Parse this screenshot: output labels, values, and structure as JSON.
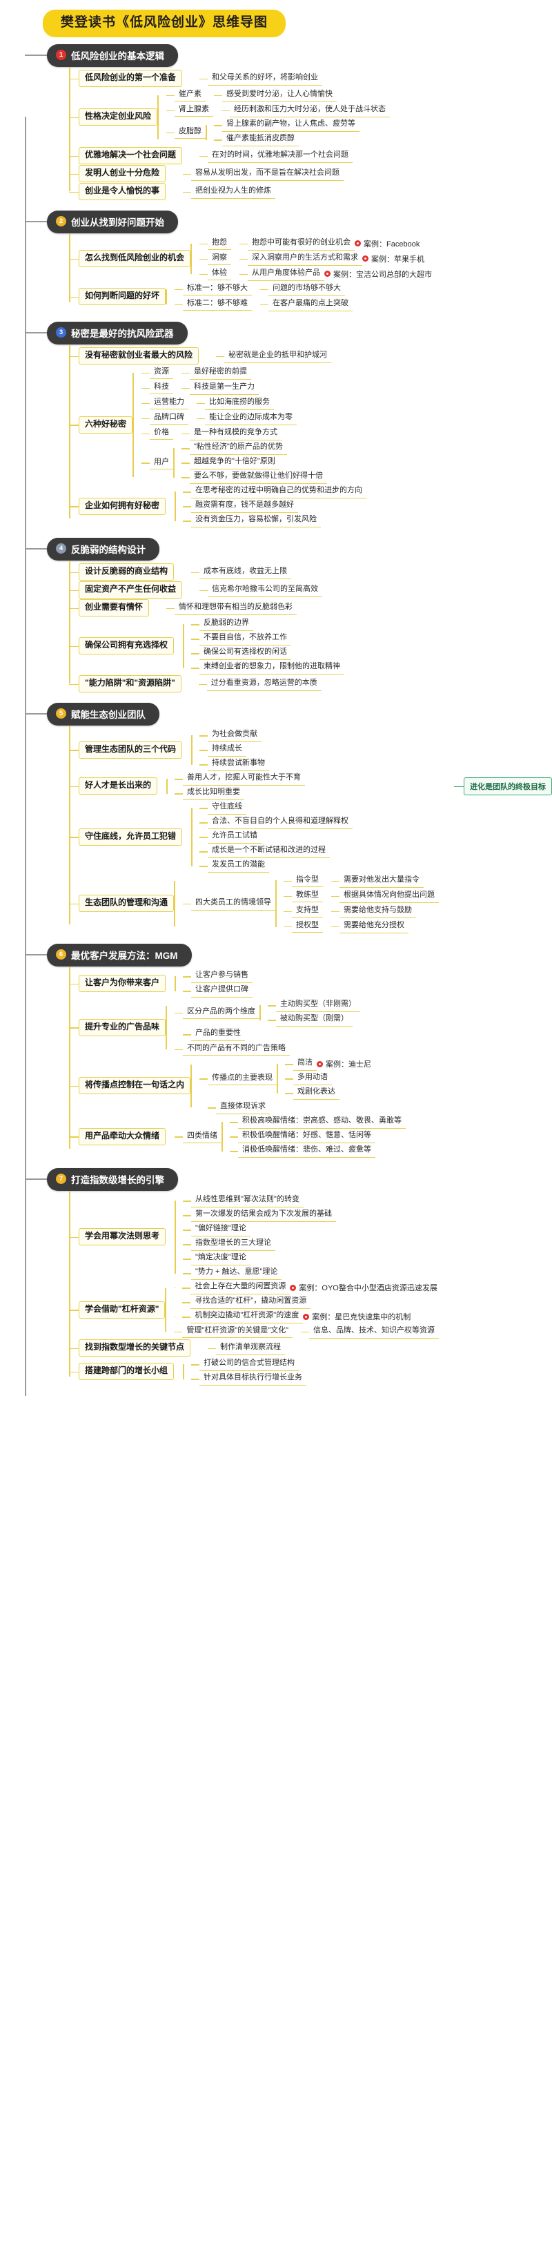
{
  "title": "樊登读书《低风险创业》思维导图",
  "theme": {
    "title_bg": "#f7d117",
    "branch_color": "#e8ce4e",
    "section_bg": "#3b3b3b",
    "case_marker": "#e0322e",
    "green_accent": "#3aa76d"
  },
  "case_label": "案例：",
  "sections": [
    {
      "num": "1",
      "badge_color": "#e0322e",
      "title": "低风险创业的基本逻辑",
      "branches": [
        {
          "label": "低风险创业的第一个准备",
          "items": [
            {
              "key": "",
              "leaves": [
                "和父母关系的好坏，将影响创业"
              ]
            }
          ]
        },
        {
          "label": "性格决定创业风险",
          "items": [
            {
              "key": "催产素",
              "leaves": [
                "感受到爱时分泌，让人心情愉快"
              ]
            },
            {
              "key": "肾上腺素",
              "leaves": [
                "经历刺激和压力大时分泌，使人处于战斗状态"
              ]
            },
            {
              "key": "皮脂醇",
              "leaves": [
                "肾上腺素的副产物，让人焦虑、疲劳等",
                "催产素能抵消皮质醇"
              ]
            }
          ]
        },
        {
          "label": "优雅地解决一个社会问题",
          "items": [
            {
              "key": "",
              "leaves": [
                "在对的时间，优雅地解决那一个社会问题"
              ]
            }
          ]
        },
        {
          "label": "发明人创业十分危险",
          "items": [
            {
              "key": "",
              "leaves": [
                "容易从发明出发，而不是旨在解决社会问题"
              ]
            }
          ]
        },
        {
          "label": "创业是令人愉悦的事",
          "items": [
            {
              "key": "",
              "leaves": [
                "把创业视为人生的修炼"
              ]
            }
          ]
        }
      ]
    },
    {
      "num": "2",
      "badge_color": "#f0b429",
      "title": "创业从找到好问题开始",
      "branches": [
        {
          "label": "怎么找到低风险创业的机会",
          "items": [
            {
              "key": "抱怨",
              "leaves": [
                "抱怨中可能有很好的创业机会"
              ],
              "case": "Facebook"
            },
            {
              "key": "洞察",
              "leaves": [
                "深入洞察用户的生活方式和需求"
              ],
              "case": "苹果手机"
            },
            {
              "key": "体验",
              "leaves": [
                "从用户角度体验产品"
              ],
              "case": "宝洁公司总部的大超市"
            }
          ]
        },
        {
          "label": "如何判断问题的好坏",
          "items": [
            {
              "key": "标准一：够不够大",
              "leaves": [
                "问题的市场够不够大"
              ]
            },
            {
              "key": "标准二：够不够难",
              "leaves": [
                "在客户最痛的点上突破"
              ]
            }
          ]
        }
      ]
    },
    {
      "num": "3",
      "badge_color": "#3e6fd6",
      "title": "秘密是最好的抗风险武器",
      "branches": [
        {
          "label": "没有秘密就创业者最大的风险",
          "items": [
            {
              "key": "",
              "leaves": [
                "秘密就是企业的抵甲和护城河"
              ]
            }
          ]
        },
        {
          "label": "六种好秘密",
          "items": [
            {
              "key": "资源",
              "leaves": [
                "是好秘密的前提"
              ]
            },
            {
              "key": "科技",
              "leaves": [
                "科技是第一生产力"
              ]
            },
            {
              "key": "运营能力",
              "leaves": [
                "比如海底捞的服务"
              ]
            },
            {
              "key": "品牌口碑",
              "leaves": [
                "能让企业的边际成本为零"
              ]
            },
            {
              "key": "价格",
              "leaves": [
                "是一种有规模的竞争方式"
              ]
            },
            {
              "key": "用户",
              "leaves": [
                "\"粘性经济\"的原产品的优势",
                "超越竞争的\"十倍好\"原则",
                "要么不够，要做就做得让他们好得十倍"
              ]
            }
          ]
        },
        {
          "label": "企业如何拥有好秘密",
          "items": [
            {
              "key": "",
              "leaves": [
                "在思考秘密的过程中明确自己的优势和进步的方向",
                "融资需有度，钱不是越多越好",
                "没有资金压力，容易松懈，引发风险"
              ]
            }
          ]
        }
      ]
    },
    {
      "num": "4",
      "badge_color": "#8b9bb0",
      "title": "反脆弱的结构设计",
      "branches": [
        {
          "label": "设计反脆弱的商业结构",
          "items": [
            {
              "key": "",
              "leaves": [
                "成本有底线，收益无上限"
              ]
            }
          ]
        },
        {
          "label": "固定资产不产生任何收益",
          "items": [
            {
              "key": "",
              "leaves": [
                "信克希尔哈撒韦公司的至简高效"
              ],
              "case_only": true
            }
          ]
        },
        {
          "label": "创业需要有情怀",
          "items": [
            {
              "key": "",
              "leaves": [
                "情怀和理想带有相当的反脆弱色彩"
              ]
            }
          ]
        },
        {
          "label": "确保公司拥有充选择权",
          "items": [
            {
              "key": "",
              "leaves": [
                "反脆弱的边界",
                "不要目自信，不放养工作",
                "确保公司有选择权的闲话",
                "束缚创业者的想象力，限制他的进取精神"
              ]
            }
          ]
        },
        {
          "label": "\"能力陷阱\"和\"资源陷阱\"",
          "items": [
            {
              "key": "",
              "leaves": [
                "过分看重资源，忽略运营的本质"
              ]
            }
          ]
        }
      ]
    },
    {
      "num": "5",
      "badge_color": "#f0b429",
      "title": "赋能生态创业团队",
      "branches": [
        {
          "label": "管理生态团队的三个代码",
          "items": [
            {
              "key": "",
              "leaves": [
                "为社会做贡献",
                "持续成长",
                "持续尝试新事物"
              ]
            }
          ]
        },
        {
          "label": "好人才是长出来的",
          "items": [
            {
              "key": "",
              "leaves": [
                "善用人才，挖掘人可能性大于不育",
                "成长比知明重要"
              ]
            }
          ],
          "green": "进化是团队的终极目标"
        },
        {
          "label": "守住底线，允许员工犯错",
          "items": [
            {
              "key": "",
              "leaves": [
                "守住底线",
                "合法、不盲目自的个人良得和道理解释权",
                "允许员工试错",
                "成长是一个不断试错和改进的过程",
                "发发员工的潜能"
              ]
            }
          ]
        },
        {
          "label": "生态团队的管理和沟通",
          "items": [
            {
              "key": "指令型",
              "leaves": [
                "需要对他发出大量指令"
              ]
            },
            {
              "key": "教练型",
              "leaves": [
                "根据具体情况向他提出问题"
              ]
            },
            {
              "key": "支持型",
              "leaves": [
                "需要给他支持与鼓励"
              ]
            },
            {
              "key": "授权型",
              "leaves": [
                "需要给他充分授权"
              ]
            }
          ],
          "pre": "四大类员工的情境领导"
        }
      ]
    },
    {
      "num": "6",
      "badge_color": "#f0b429",
      "title": "最优客户发展方法：MGM",
      "branches": [
        {
          "label": "让客户为你带来客户",
          "items": [
            {
              "key": "",
              "leaves": [
                "让客户参与销售",
                "让客户提供口碑"
              ]
            }
          ]
        },
        {
          "label": "提升专业的广告品味",
          "items": [
            {
              "key": "区分产品的两个维度",
              "leaves": [
                "主动购买型（非刚需）",
                "被动购买型（刚需）"
              ]
            },
            {
              "key": "",
              "leaves": [
                "产品的重要性"
              ]
            },
            {
              "key": "不同的产品有不同的广告策略",
              "leaves": []
            }
          ]
        },
        {
          "label": "将传播点控制在一句话之内",
          "items": [
            {
              "key": "传播点的主要表现",
              "leaves": [
                "简洁",
                "多用动语",
                "戏剧化表达"
              ],
              "case": "迪士尼"
            },
            {
              "key": "",
              "leaves": [
                "直接体现诉求"
              ]
            }
          ]
        },
        {
          "label": "用产品牵动大众情绪",
          "items": [
            {
              "key": "四类情绪",
              "leaves": [
                "积极高唤醒情绪：崇高感、感动、敬畏、勇敢等",
                "积极低唤醒情绪：好感、惬意、恬闲等",
                "消极低唤醒情绪：悲伤、难过、疲惫等"
              ]
            }
          ]
        }
      ]
    },
    {
      "num": "7",
      "badge_color": "#f0b429",
      "title": "打造指数级增长的引擎",
      "branches": [
        {
          "label": "学会用幂次法则思考",
          "items": [
            {
              "key": "",
              "leaves": [
                "从线性思维到\"幂次法则\"的转变",
                "第一次爆发的结果会成为下次发展的基础",
                "\"偏好链接\"理论",
                "指数型增长的三大理论",
                "\"熵定决废\"理论",
                "\"势力 + 触达、意愿\"理论"
              ]
            }
          ]
        },
        {
          "label": "学会借助\"杠杆资源\"",
          "items": [
            {
              "key": "",
              "leaves": [
                "社会上存在大量的闲置资源"
              ],
              "case2": "OYO整合中小型酒店资源迅速发展"
            },
            {
              "key": "",
              "leaves": [
                "寻找合适的\"杠杆\"，撬动闲置资源"
              ]
            },
            {
              "key": "",
              "leaves": [
                "机制突边撬动\"杠杆资源\"的速度"
              ],
              "case2": "星巴克快速集中的机制"
            },
            {
              "key": "管理\"杠杆资源\"的关键是\"文化\"",
              "leaves": [
                "信息、品牌、技术、知识产权等资源"
              ]
            }
          ]
        },
        {
          "label": "找到指数型增长的关键节点",
          "items": [
            {
              "key": "",
              "leaves": [
                "制作清单观察流程"
              ]
            }
          ]
        },
        {
          "label": "搭建跨部门的增长小组",
          "items": [
            {
              "key": "",
              "leaves": [
                "打破公司的信合式管理结构",
                "针对具体目标执行行增长业务"
              ]
            }
          ]
        }
      ]
    }
  ]
}
